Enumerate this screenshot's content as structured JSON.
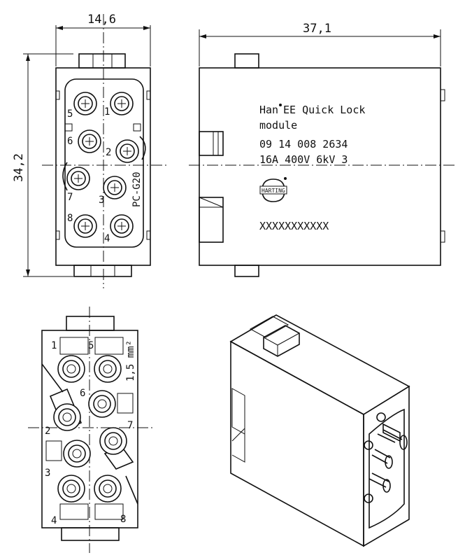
{
  "dimensions": {
    "width_front": "14,6",
    "width_side": "37,1",
    "height": "34,2"
  },
  "label": {
    "brand_line": "Han",
    "brand_rest": "EE Quick Lock",
    "line2": "module",
    "part_number": "09 14 008 2634",
    "rating": "16A 400V 6kV 3",
    "logo": "HARTING",
    "serial": "XXXXXXXXXXX"
  },
  "front_view": {
    "pins": [
      "1",
      "2",
      "3",
      "4",
      "5",
      "6",
      "7",
      "8"
    ],
    "vertical_text": "PC-G20"
  },
  "back_view": {
    "pins": [
      "1",
      "2",
      "3",
      "4",
      "5",
      "6",
      "7",
      "8"
    ],
    "wire_size": "1,5 mm²"
  }
}
